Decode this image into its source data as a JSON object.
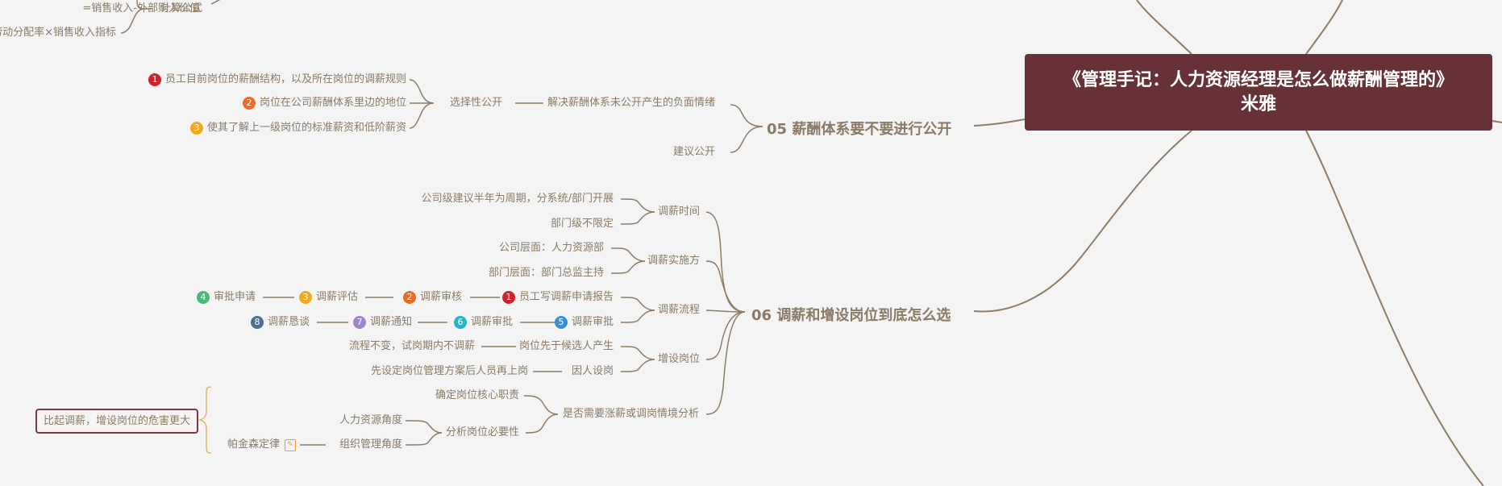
{
  "root": {
    "title": "《管理手记：人力资源经理是怎么做薪酬管理的》",
    "author": "米雅"
  },
  "top_partial": {
    "formula_label": "计算公式",
    "item1": "=销售收入-外部购入价值",
    "item2": "劳动分配率×销售收入指标"
  },
  "branch05": {
    "title": "05 薪酬体系要不要进行公开",
    "sub1": "解决薪酬体系未公开产生的负面情绪",
    "sub1_child": "选择性公开",
    "items": [
      {
        "num": "1",
        "color": "#d0202a",
        "text": "员工目前岗位的薪酬结构，以及所在岗位的调薪规则"
      },
      {
        "num": "2",
        "color": "#ee6a22",
        "text": "岗位在公司薪酬体系里边的地位"
      },
      {
        "num": "3",
        "color": "#f4a81c",
        "text": "使其了解上一级岗位的标准薪资和低阶薪资"
      }
    ],
    "sub2": "建议公开"
  },
  "branch06": {
    "title": "06 调薪和增设岗位到底怎么选",
    "time": {
      "label": "调薪时间",
      "a": "公司级建议半年为周期，分系统/部门开展",
      "b": "部门级不限定"
    },
    "executor": {
      "label": "调薪实施方",
      "a": "公司层面：人力资源部",
      "b": "部门层面：部门总监主持"
    },
    "process": {
      "label": "调薪流程",
      "row1": [
        {
          "num": "1",
          "color": "#d0202a",
          "text": "员工写调薪申请报告"
        },
        {
          "num": "2",
          "color": "#ee6a22",
          "text": "调薪审核"
        },
        {
          "num": "3",
          "color": "#f4a81c",
          "text": "调薪评估"
        },
        {
          "num": "4",
          "color": "#4cb87a",
          "text": "审批申请"
        }
      ],
      "row2": [
        {
          "num": "5",
          "color": "#3a8fd0",
          "text": "调薪审批"
        },
        {
          "num": "6",
          "color": "#22b3c4",
          "text": "调薪审批"
        },
        {
          "num": "7",
          "color": "#9c86c8",
          "text": "调薪通知"
        },
        {
          "num": "8",
          "color": "#4a6f96",
          "text": "调薪恳谈"
        }
      ]
    },
    "add_post": {
      "label": "增设岗位",
      "a": "岗位先于候选人产生",
      "a_child": "流程不变，试岗期内不调薪",
      "b": "因人设岗",
      "b_child": "先设定岗位管理方案后人员再上岗"
    },
    "analysis": {
      "label": "是否需要涨薪或调岗情境分析",
      "core": "确定岗位核心职责",
      "necessity": "分析岗位必要性",
      "hr": "人力资源角度",
      "org": "组织管理角度",
      "law": "帕金森定律",
      "law_icon": "memo-icon"
    },
    "summary": "比起调薪，增设岗位的危害更大"
  },
  "colors": {
    "root_bg": "#663238",
    "line": "#8f7c66",
    "text": "#8a7a66",
    "brace": "#e3b56a",
    "note_border": "#7d3a44"
  }
}
